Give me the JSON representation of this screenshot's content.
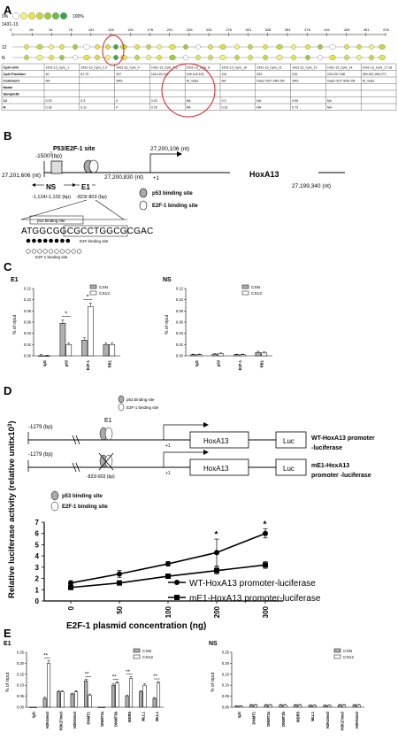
{
  "panels": {
    "A": "A",
    "B": "B",
    "C": "C",
    "D": "D",
    "E": "E"
  },
  "panelA": {
    "legend_low": "0%",
    "legend_high": "100%",
    "legend_colors": [
      "#ffffff",
      "#f2f27a",
      "#e6e640",
      "#c8d83a",
      "#9ccc3c",
      "#6abf46",
      "#3aa84a"
    ],
    "track_label": "1431-13",
    "ruler_ticks": [
      "0",
      "26",
      "51",
      "76",
      "101",
      "126",
      "151",
      "176",
      "201",
      "226",
      "251",
      "276",
      "301",
      "326",
      "351",
      "376",
      "401",
      "426",
      "451",
      "476"
    ],
    "row_labels": [
      "12",
      "N"
    ],
    "table": {
      "headers": [
        "CpG Unit",
        "CpG Position",
        "Comment",
        "Name",
        "SampleID",
        "12",
        "N"
      ],
      "cells": [
        [
          "1431-13_CpG_1",
          "1431-13_CpG_2.3",
          "1431-13_CpG_4",
          "1431-13_CpG_5.6",
          "1431-13_CpG_8",
          "1431-13_CpG_10",
          "1431-13_CpG_11",
          "1431-13_CpG_12",
          "1431-13_CpG_14",
          "1431-13_CpG_17.18"
        ],
        [
          "40",
          "67.70",
          "107",
          "118.120.122",
          "139.149.152",
          "191",
          "203",
          "215",
          "229.237.248",
          "259.267.269.271"
        ],
        [
          "NA",
          "",
          "SNS",
          "",
          "M_mass",
          "NA",
          "mass OUT SNS SN",
          "SNS",
          "mass OUT SNS SN",
          "M_mass"
        ],
        [
          "0.25",
          "0.3",
          "0",
          "0.02",
          "NA",
          "0.3",
          "NA",
          "0.59",
          "NA",
          ""
        ],
        [
          "0.18",
          "0.11",
          "0",
          "0.15",
          "NA",
          "0.32",
          "NA",
          "0.73",
          "NA",
          ""
        ]
      ]
    }
  },
  "panelB": {
    "site_label": "P53/E2F-1 site",
    "start_bp": "-1500 (bp)",
    "pos_left": "27,201,606 (nt)",
    "pos_tss": "27,200,830 (nt)",
    "pos_top": "27,200,106 (nt)",
    "pos_right": "27,199,340 (nt)",
    "gene": "HoxA13",
    "plus1": "+1",
    "ns": "NS",
    "e1": "E1",
    "ns_range": "-1,124/-1,102 (bp)",
    "e1_range": "-823/-803 (bp)",
    "legend_p53": "p53 binding site",
    "legend_e2f": "E2F-1 binding site",
    "seq_p53_label": "p53 binding site",
    "sequence": "ATGGCGGCGCCTGGCGCGAC",
    "seq_e2f_label": "E2F binding site",
    "seq_e2f1_label": "E2F-1 binding site"
  },
  "panelC": {
    "charts": [
      {
        "title": "E1",
        "ylabel": "% of input",
        "categories": [
          "IgG",
          "p53",
          "E2F-1",
          "RB1"
        ],
        "legend": [
          "CSN",
          "CS12"
        ],
        "yticks": [
          "0.00",
          "0.02",
          "0.04",
          "0.06",
          "0.08",
          "0.10",
          "0.12"
        ],
        "significance": [
          "*",
          "*"
        ]
      },
      {
        "title": "NS",
        "ylabel": "% of input",
        "categories": [
          "IgG",
          "p53",
          "E2F-1",
          "RB1"
        ],
        "legend": [
          "CSN",
          "CS12"
        ],
        "yticks": [
          "0.00",
          "0.02",
          "0.04",
          "0.06",
          "0.08",
          "0.10",
          "0.12"
        ]
      }
    ]
  },
  "panelD": {
    "legend_p53": "p53 binding site",
    "legend_e2f": "E2F-1 binding site",
    "start_bp": "-1279 (bp)",
    "e1": "E1",
    "plus1": "+1",
    "gene": "HoxA13",
    "luc": "Luc",
    "wt_label": "WT-HoxA13 promoter",
    "wt_label2": "-luciferase",
    "me_label": "mE1-HoxA13",
    "me_label2": "promoter -luciferase",
    "mut_range": "-823/-803 (bp)",
    "legend2_p53": "p53 binding site",
    "legend2_e2f": "E2F-1 binding site",
    "series_wt": "WT-HoxA13 promoter-luciferase",
    "series_me": "mE1-HoxA13 promoter-luciferase",
    "ylabel": "Relative luciferase activity (relative unitx10",
    "ylabel_sup": "3",
    "ylabel_end": ")",
    "xlabel": "E2F-1 plasmid concentration (ng)",
    "yticks": [
      "0",
      "1",
      "2",
      "3",
      "4",
      "5",
      "6",
      "7"
    ],
    "xticks": [
      "0",
      "50",
      "100",
      "200",
      "300"
    ],
    "significance": [
      "*",
      "*"
    ]
  },
  "panelE": {
    "charts": [
      {
        "title": "E1",
        "ylabel": "% of input",
        "categories": [
          "IgG",
          "H3K4me3",
          "H3K27me3",
          "H3K9me3",
          "DNMT1",
          "DNMT3a",
          "DNMT3b",
          "WDR5",
          "MLL1",
          "MLL1"
        ],
        "legend": [
          "CSN",
          "CS12"
        ],
        "yticks": [
          "0.00",
          "0.05",
          "0.10",
          "0.15",
          "0.20",
          "0.25"
        ],
        "significance": [
          "**",
          "**",
          "**",
          "**",
          "**"
        ]
      },
      {
        "title": "NS",
        "ylabel": "% of input",
        "categories": [
          "IgG",
          "DNMT1",
          "DNMT3a",
          "DNMT3b",
          "WDR5",
          "MLL1",
          "H3K4me3",
          "H3K27me3",
          "H3K9me3"
        ],
        "legend": [
          "CSN",
          "CS12"
        ],
        "yticks": [
          "0.00",
          "0.05",
          "0.10",
          "0.15",
          "0.20",
          "0.25"
        ]
      }
    ]
  },
  "chart_data": [
    {
      "type": "bar",
      "title": "E1",
      "ylabel": "% of input",
      "categories": [
        "IgG",
        "p53",
        "E2F-1",
        "RB1"
      ],
      "ylim": [
        0,
        0.12
      ],
      "series": [
        {
          "name": "CSN",
          "values": [
            0.0,
            0.058,
            0.028,
            0.02
          ],
          "errors": [
            0.002,
            0.006,
            0.004,
            0.003
          ]
        },
        {
          "name": "CS12",
          "values": [
            0.0,
            0.02,
            0.088,
            0.02
          ],
          "errors": [
            0.001,
            0.003,
            0.006,
            0.003
          ]
        }
      ]
    },
    {
      "type": "bar",
      "title": "NS",
      "ylabel": "% of input",
      "categories": [
        "IgG",
        "p53",
        "E2F-1",
        "RB1"
      ],
      "ylim": [
        0,
        0.12
      ],
      "series": [
        {
          "name": "CSN",
          "values": [
            0.002,
            0.003,
            0.002,
            0.006
          ],
          "errors": [
            0.001,
            0.001,
            0.001,
            0.002
          ]
        },
        {
          "name": "CS12",
          "values": [
            0.002,
            0.004,
            0.002,
            0.005
          ],
          "errors": [
            0.001,
            0.001,
            0.001,
            0.002
          ]
        }
      ]
    },
    {
      "type": "line",
      "ylabel": "Relative luciferase activity (relative unitx10^3)",
      "xlabel": "E2F-1 plasmid concentration (ng)",
      "x": [
        "0",
        "50",
        "100",
        "200",
        "300"
      ],
      "ylim": [
        0,
        7
      ],
      "series": [
        {
          "name": "WT-HoxA13 promoter-luciferase",
          "values": [
            1.6,
            2.4,
            3.3,
            4.3,
            6.0
          ],
          "errors": [
            0.2,
            0.3,
            0.2,
            1.2,
            0.4
          ]
        },
        {
          "name": "mE1-HoxA13 promoter-luciferase",
          "values": [
            1.2,
            1.6,
            2.2,
            2.7,
            3.2
          ],
          "errors": [
            0.1,
            0.15,
            0.15,
            0.3,
            0.3
          ]
        }
      ]
    },
    {
      "type": "bar",
      "title": "E1",
      "ylabel": "% of input",
      "categories": [
        "IgG",
        "H3K4me3",
        "H3K27me3",
        "H3K9me3",
        "DNMT1",
        "DNMT3a",
        "DNMT3b",
        "WDR5",
        "MLL1",
        "MLL1"
      ],
      "ylim": [
        0,
        0.25
      ],
      "series": [
        {
          "name": "CSN",
          "values": [
            0.0,
            0.04,
            0.07,
            0.06,
            0.12,
            0.0,
            0.1,
            0.05,
            0.07,
            0.04
          ],
          "errors": [
            0.0,
            0.005,
            0.005,
            0.004,
            0.008,
            0.0,
            0.006,
            0.004,
            0.005,
            0.004
          ]
        },
        {
          "name": "CS12",
          "values": [
            0.0,
            0.2,
            0.07,
            0.07,
            0.055,
            0.0,
            0.11,
            0.13,
            0.1,
            0.11
          ],
          "errors": [
            0.0,
            0.012,
            0.004,
            0.005,
            0.005,
            0.0,
            0.006,
            0.008,
            0.006,
            0.007
          ]
        }
      ]
    },
    {
      "type": "bar",
      "title": "NS",
      "ylabel": "% of input",
      "categories": [
        "IgG",
        "DNMT1",
        "DNMT3a",
        "DNMT3b",
        "WDR5",
        "MLL1",
        "H3K4me3",
        "H3K27me3",
        "H3K9me3"
      ],
      "ylim": [
        0,
        0.25
      ],
      "series": [
        {
          "name": "CSN",
          "values": [
            0.005,
            0.01,
            0.01,
            0.01,
            0.01,
            0.008,
            0.008,
            0.01,
            0.01
          ],
          "errors": [
            0.001,
            0.002,
            0.002,
            0.002,
            0.002,
            0.002,
            0.002,
            0.002,
            0.002
          ]
        },
        {
          "name": "CS12",
          "values": [
            0.005,
            0.01,
            0.01,
            0.01,
            0.01,
            0.008,
            0.008,
            0.01,
            0.01
          ],
          "errors": [
            0.001,
            0.002,
            0.002,
            0.002,
            0.002,
            0.002,
            0.002,
            0.002,
            0.002
          ]
        }
      ]
    }
  ]
}
